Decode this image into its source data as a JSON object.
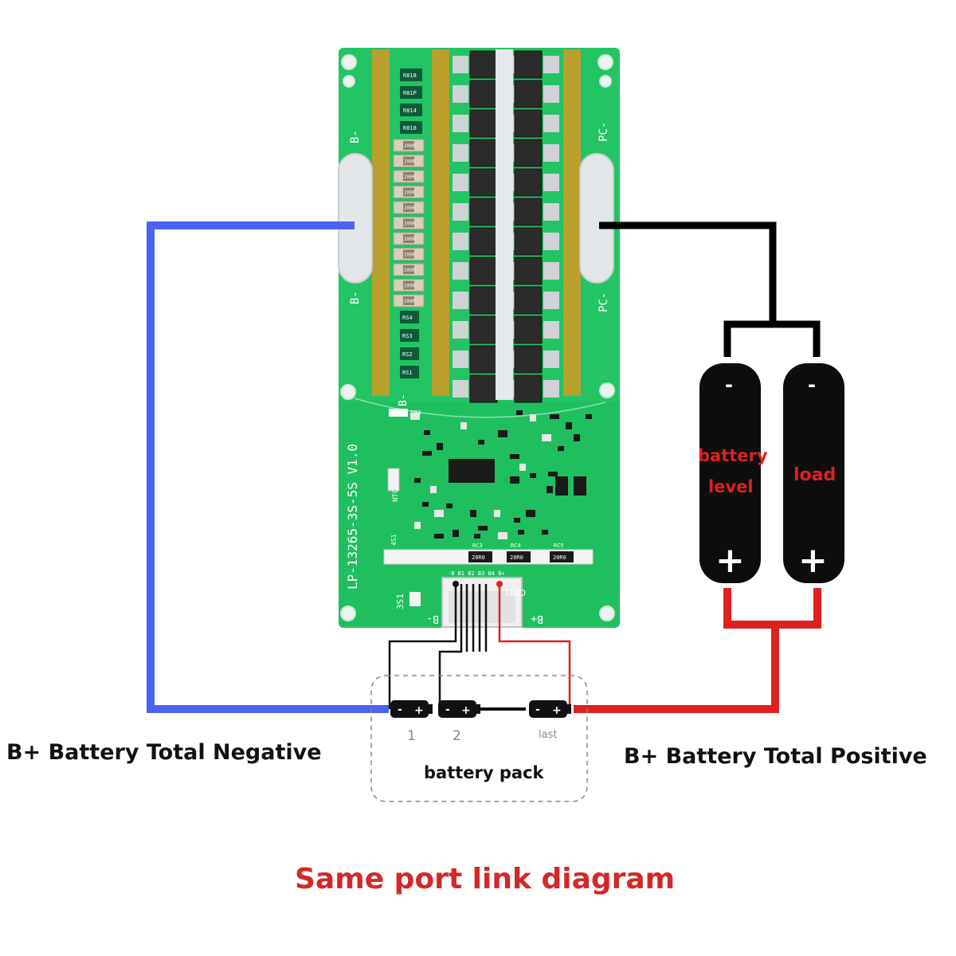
{
  "title": "Same port link diagram",
  "label_negative": "B+ Battery Total Negative",
  "label_positive": "B+ Battery Total Positive",
  "battery_pack": {
    "label": "battery pack",
    "cell_labels": [
      "1",
      "2",
      "last"
    ]
  },
  "cells_right": {
    "battery_level": [
      "battery",
      "level"
    ],
    "load": "load",
    "minus": "-",
    "plus": "+"
  },
  "board": {
    "model": "LP-13265-3S-5S V1.0",
    "pad_left_top": "B-",
    "pad_left_bottom": "B-",
    "pad_right_top": "PC-",
    "pad_right_bottom": "PC-",
    "b_minus_bar": "B-",
    "ntc": "NTC",
    "con1": "CON1",
    "bplus": "B+",
    "bminus_bottom": "B-",
    "s3s1": "3S1",
    "s4s1": "4S1",
    "jp3": "JP3",
    "resistor_top": [
      "R818",
      "R81P",
      "R814",
      "R818"
    ],
    "resistor_bottom": [
      "RS4",
      "RS3",
      "RS2",
      "RS1"
    ],
    "cap_value": "200R",
    "bottom_resistors": [
      "20R0",
      "20R0",
      "20R0"
    ],
    "bottom_resistor_labels": [
      "RC3",
      "RC4",
      "RC5"
    ],
    "con_pins": "-B B1 B2 B3 B4 B+"
  },
  "colors": {
    "board_green": "#1fbf5f",
    "wire_negative": "#4a63f0",
    "wire_positive": "#e02020",
    "wire_black": "#000000",
    "title_red": "#d42828"
  }
}
